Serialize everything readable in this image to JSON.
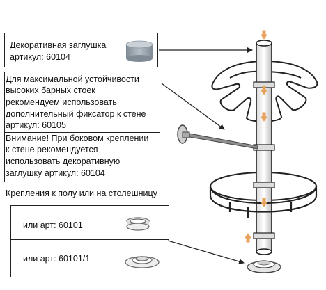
{
  "callouts": {
    "cap": {
      "line1": "Декоративная заглушка",
      "line2": "артикул:  60104"
    },
    "fixator": {
      "lines": [
        "Для максимальной устойчивости",
        "высоких барных стоек",
        "рекомендуем использовать",
        "дополнительный фиксатор к стене",
        "артикул: 60105"
      ]
    },
    "warning": {
      "lines": [
        "Внимание! При боковом креплении",
        "к стене рекомендуется",
        "использовать декоративную",
        "заглушку артикул: 60104"
      ]
    }
  },
  "mounting": {
    "heading": "Крепления к полу или на столешницу",
    "options": [
      {
        "label": "или арт: 60101"
      },
      {
        "label": "или арт: 60101/1"
      }
    ]
  },
  "colors": {
    "outline": "#222222",
    "arrow_orange": "#e8a15a",
    "cap_gray": "#9aa3ab"
  }
}
